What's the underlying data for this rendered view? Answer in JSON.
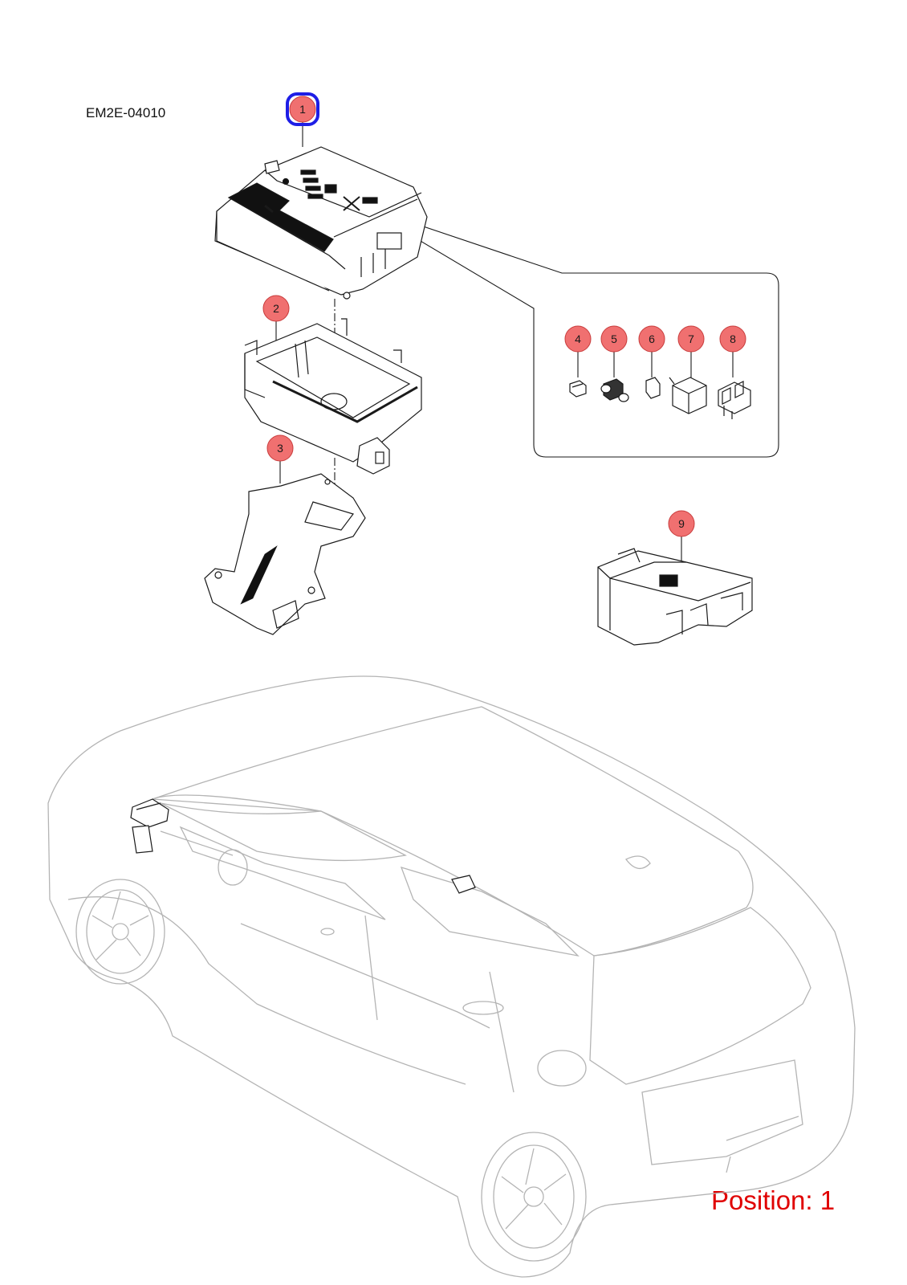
{
  "diagram": {
    "code": "EM2E-04010",
    "position_text": "Position: 1",
    "selected_callout": "1",
    "callouts": [
      "1",
      "2",
      "3",
      "4",
      "5",
      "6",
      "7",
      "8",
      "9"
    ],
    "colors": {
      "callout_fill": "#f07070",
      "callout_stroke": "#c83c3c",
      "selected_stroke": "#1e1ee6",
      "position_text": "#e00000",
      "line": "#1a1a1a",
      "car_line": "#b4b4b4"
    }
  }
}
